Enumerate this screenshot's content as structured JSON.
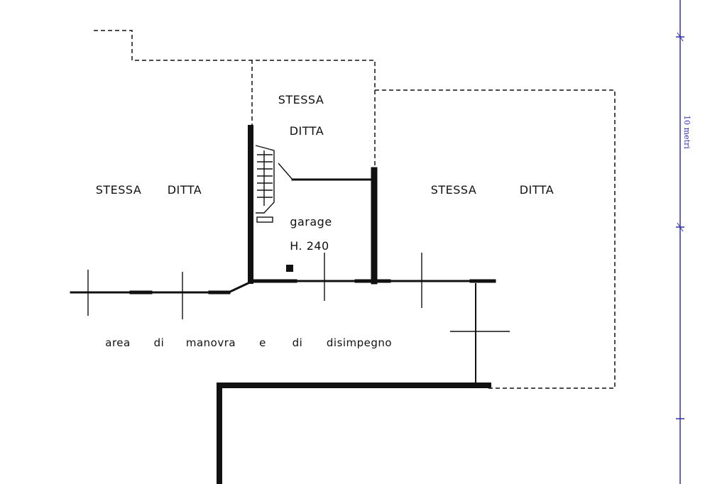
{
  "labels": {
    "neighbor_top_line1": "STESSA",
    "neighbor_top_line2": "DITTA",
    "neighbor_left_word1": "STESSA",
    "neighbor_left_word2": "DITTA",
    "neighbor_right_word1": "STESSA",
    "neighbor_right_word2": "DITTA",
    "garage_name": "garage",
    "garage_height": "H. 240",
    "maneuver_area": [
      "area",
      "di",
      "manovra",
      "e",
      "di",
      "disimpegno"
    ]
  },
  "scale_bar": {
    "label": "10 metri",
    "color": "#3030b0"
  },
  "colors": {
    "line": "#111111",
    "scale": "#3030b0",
    "background": "#ffffff"
  }
}
